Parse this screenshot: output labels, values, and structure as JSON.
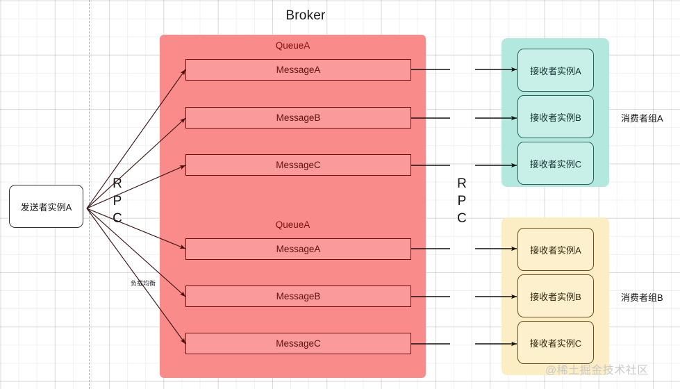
{
  "diagram": {
    "title": "Broker",
    "watermark": "@稀土掘金技术社区",
    "load_balance_label": "负载均衡",
    "rpc_left": {
      "l1": "R",
      "l2": "P",
      "l3": "C"
    },
    "rpc_right": {
      "l1": "R",
      "l2": "P",
      "l3": "C"
    }
  },
  "sender": {
    "label": "发送者实例A"
  },
  "broker": {
    "title": "Broker",
    "queues": [
      {
        "name": "QueueA",
        "messages": [
          {
            "label": "MessageA"
          },
          {
            "label": "MessageB"
          },
          {
            "label": "MessageC"
          }
        ]
      },
      {
        "name": "QueueA",
        "messages": [
          {
            "label": "MessageA"
          },
          {
            "label": "MessageB"
          },
          {
            "label": "MessageC"
          }
        ]
      }
    ]
  },
  "consumer_groups": [
    {
      "label": "消费者组A",
      "instances": [
        {
          "label": "接收者实例A"
        },
        {
          "label": "接收者实例B"
        },
        {
          "label": "接收者实例C"
        }
      ]
    },
    {
      "label": "消费者组B",
      "instances": [
        {
          "label": "接收者实例A"
        },
        {
          "label": "接收者实例B"
        },
        {
          "label": "接收者实例C"
        }
      ]
    }
  ],
  "colors": {
    "broker_fill": "#f98b8b",
    "message_fill": "#fb9a9a",
    "message_border": "#6b0f0f",
    "group_a_fill": "#b2e8de",
    "group_b_fill": "#fbeec4",
    "recv_a_border": "#25635d",
    "recv_b_border": "#6d4b1c",
    "arrow": "#1a1a1a"
  }
}
